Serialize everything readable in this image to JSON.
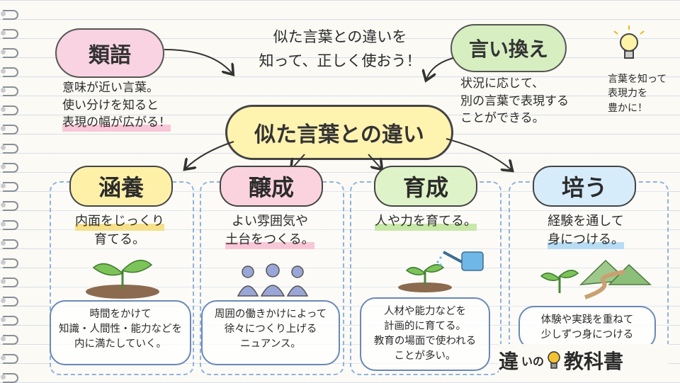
{
  "top_left": {
    "title": "類語",
    "lines": [
      "意味が近い言葉。",
      "使い分けを知ると",
      "表現の幅が広がる！"
    ]
  },
  "top_center": {
    "lines": [
      "似た言葉との違いを",
      "知って、正しく使おう！"
    ]
  },
  "top_right": {
    "title": "言い換え",
    "lines": [
      "状況に応じて、",
      "別の言葉で表現する",
      "ことができる。"
    ]
  },
  "side_note": {
    "lines": [
      "言葉を知って",
      "表現力を",
      "豊かに！"
    ]
  },
  "center": {
    "title": "似た言葉との違い"
  },
  "cards": [
    {
      "title": "涵養",
      "desc": [
        "内面をじっくり",
        "育てる。"
      ],
      "bubble": [
        "時間をかけて",
        "知識・人間性・能力などを",
        "内に満たしていく。"
      ],
      "illustration": "sprout-icon",
      "accent": "#f2d34f"
    },
    {
      "title": "醸成",
      "desc": [
        "よい雰囲気や",
        "土台をつくる。"
      ],
      "bubble": [
        "周囲の働きかけによって",
        "徐々につくり上げる",
        "ニュアンス。"
      ],
      "illustration": "people-icon",
      "accent": "#f4a6c0"
    },
    {
      "title": "育成",
      "desc": [
        "人や力を育てる。"
      ],
      "bubble": [
        "人材や能力などを",
        "計画的に育てる。",
        "教育の場面で使われる",
        "ことが多い。"
      ],
      "illustration": "watering-can-icon",
      "accent": "#9ed67a"
    },
    {
      "title": "培う",
      "desc": [
        "経験を通して",
        "身につける。"
      ],
      "bubble": [
        "体験や実践を重ねて",
        "少しずつ身につける"
      ],
      "illustration": "path-mountain-icon",
      "accent": "#8fc4ec"
    }
  ],
  "brand": {
    "part1": "違",
    "part2": "いの",
    "part3": "教科書"
  },
  "colors": {
    "yellow": "#f7e08a",
    "pink": "#f8c8d8",
    "green": "#c8e8a8",
    "blue": "#b8dcf4",
    "ink": "#2b2b2b"
  }
}
